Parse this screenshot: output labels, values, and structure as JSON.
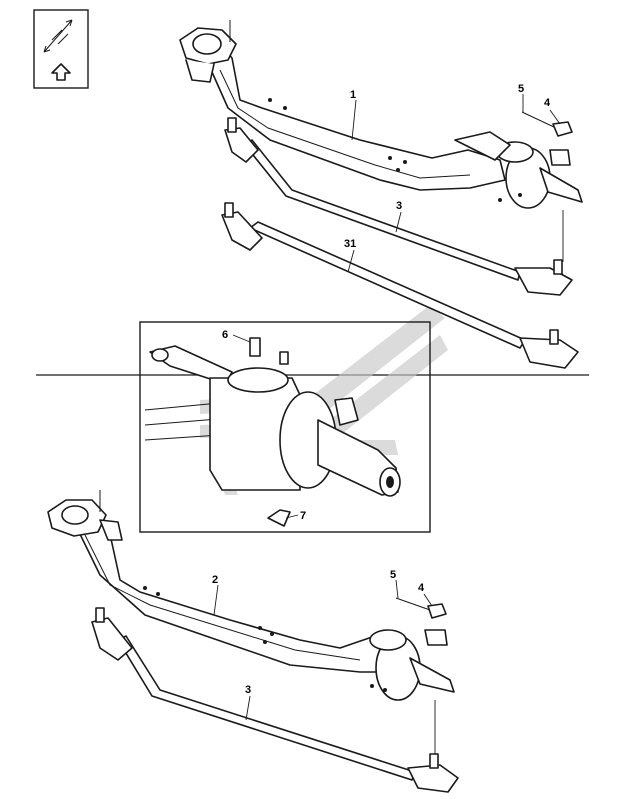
{
  "diagram": {
    "callouts": {
      "axle_top": "1",
      "axle_bottom": "2",
      "tie_rod_top": "3",
      "tie_rod_bottom": "3",
      "steering_rod": "31",
      "nut_top": "4",
      "nut_bottom": "4",
      "cotter_pin_top": "5",
      "cotter_pin_bottom": "5",
      "grease_nipple_upper": "6",
      "grease_nipple_lower": "7"
    },
    "colors": {
      "line": "#1a1a1a",
      "watermark": "#c8c8c8"
    },
    "icons": {
      "view_indicator": "arrow-direction-icon"
    }
  }
}
